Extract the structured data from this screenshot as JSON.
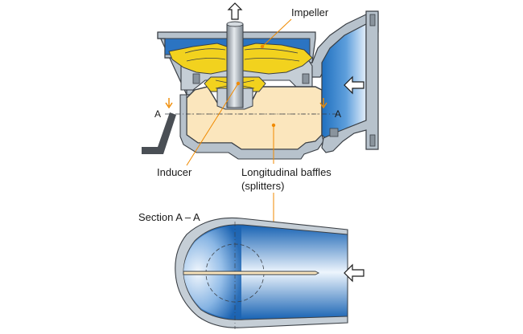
{
  "labels": {
    "impeller": "Impeller",
    "inducer": "Inducer",
    "baffles_line1": "Longitudinal baffles",
    "baffles_line2": "(splitters)",
    "section": "Section A – A",
    "cut_a_left": "A",
    "cut_a_right": "A"
  },
  "colors": {
    "casing": "#b7c2cc",
    "casing_edge": "#3a3f45",
    "blue_deep": "#1763b5",
    "blue_light": "#d8e8f8",
    "suction_fill": "#fbe6bd",
    "impeller_yellow": "#f2d21e",
    "callout": "#f08a00",
    "shaft": "#9aa4ad"
  },
  "icons": {
    "outflow": "arrow-up-icon",
    "inflow_top": "arrow-left-icon",
    "inflow_bottom": "arrow-left-icon"
  }
}
